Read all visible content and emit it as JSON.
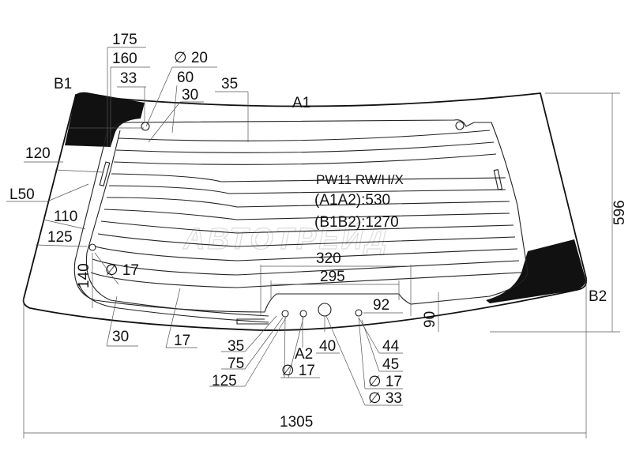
{
  "part_code": "PW11 RW/H/X",
  "a1a2": "(A1A2):530",
  "b1b2": "(B1B2):1270",
  "watermark": "АВТОТРЕЙД",
  "points": {
    "a1": "A1",
    "a2": "A2",
    "b1": "B1",
    "b2": "B2"
  },
  "dims": {
    "d175": "175",
    "d160": "160",
    "d33": "33",
    "dia20": "∅ 20",
    "d60": "60",
    "d30_top": "30",
    "d35_top": "35",
    "d120": "120",
    "l50": "L50",
    "d110": "110",
    "d125_left": "125",
    "d140": "140",
    "dia17_left": "∅ 17",
    "d30_bottom": "30",
    "d17_bottom": "17",
    "d320": "320",
    "d295": "295",
    "d92": "92",
    "d90": "90",
    "d35_b": "35",
    "d75_b": "75",
    "d125_b": "125",
    "dia17_a2": "∅ 17",
    "d40": "40",
    "d44": "44",
    "d45": "45",
    "dia17_right": "∅ 17",
    "dia33": "∅ 33",
    "height": "596",
    "width": "1305"
  }
}
